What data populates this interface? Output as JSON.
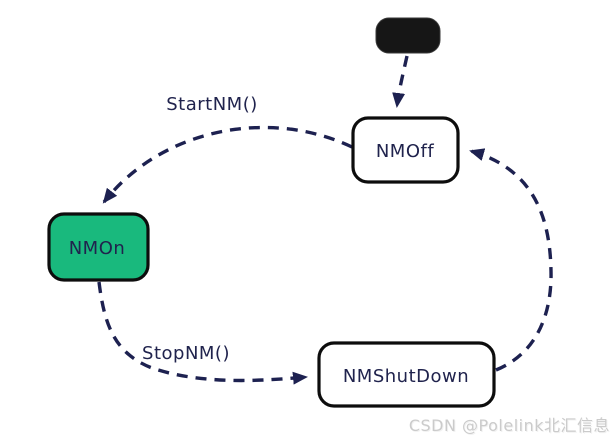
{
  "diagram": {
    "type": "state-machine",
    "states": [
      {
        "id": "initial",
        "label": "",
        "kind": "initial-pseudo-state"
      },
      {
        "id": "nmoff",
        "label": "NMOff",
        "kind": "normal"
      },
      {
        "id": "nmon",
        "label": "NMOn",
        "kind": "active"
      },
      {
        "id": "nmshutdown",
        "label": "NMShutDown",
        "kind": "normal"
      }
    ],
    "transitions": [
      {
        "from": "initial",
        "to": "nmoff",
        "label": ""
      },
      {
        "from": "nmoff",
        "to": "nmon",
        "label": "StartNM()"
      },
      {
        "from": "nmon",
        "to": "nmshutdown",
        "label": "StopNM()"
      },
      {
        "from": "nmshutdown",
        "to": "nmoff",
        "label": ""
      }
    ],
    "colors": {
      "active_state_fill": "#19b97d",
      "state_border": "#0d0d0d",
      "arrow": "#1d2150",
      "label_text": "#20234d",
      "initial_fill": "#161616",
      "background": "#ffffff",
      "watermark": "#cbcbcb"
    }
  },
  "watermark": {
    "text": "CSDN @Polelink北汇信息"
  }
}
